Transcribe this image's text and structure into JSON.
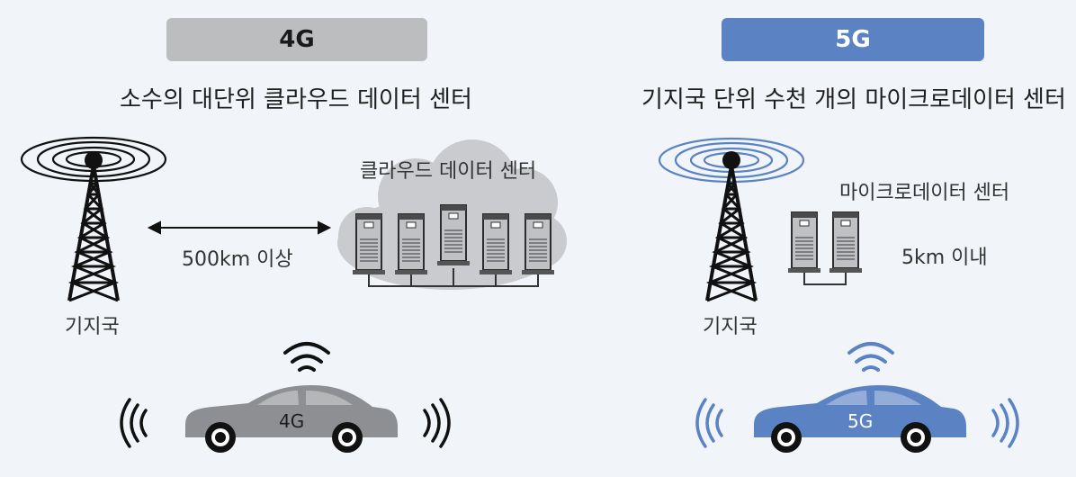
{
  "left": {
    "badge": "4G",
    "subtitle": "소수의 대단위 클라우드 데이터 센터",
    "cloud_label": "클라우드 데이터 센터",
    "distance": "500km 이상",
    "tower_label": "기지국",
    "car_label": "4G"
  },
  "right": {
    "badge": "5G",
    "subtitle": "기지국 단위 수천 개의 마이크로데이터 센터",
    "datacenter_label": "마이크로데이터 센터",
    "distance": "5km 이내",
    "tower_label": "기지국",
    "car_label": "5G"
  },
  "colors": {
    "gray_accent": "#bcbdbf",
    "blue_accent": "#5b82c3",
    "dark": "#1e1e1e"
  }
}
